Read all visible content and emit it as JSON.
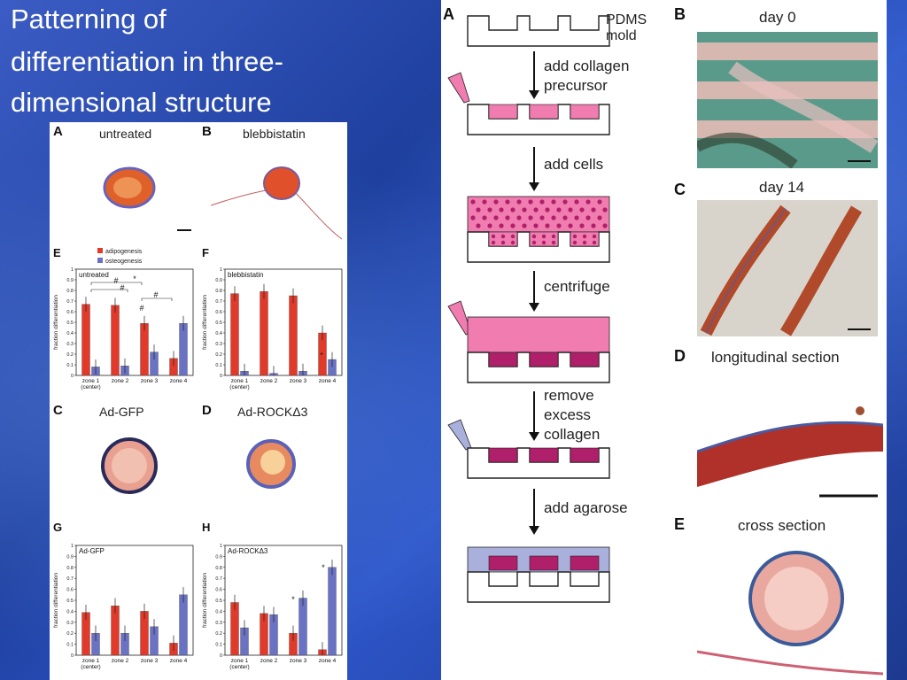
{
  "title_lines": [
    "Patterning of",
    "differentiation in three-",
    "dimensional structure"
  ],
  "left_figure": {
    "panels": [
      {
        "label": "A",
        "caption": "untreated"
      },
      {
        "label": "B",
        "caption": "blebbistatin"
      },
      {
        "label": "C",
        "caption": "Ad-GFP"
      },
      {
        "label": "D",
        "caption": "Ad-ROCKΔ3"
      }
    ],
    "legend": {
      "adipogenesis": "adipogenesis",
      "osteogenesis": "osteogenesis"
    },
    "significance": {
      "star": "*",
      "hash": "#"
    }
  },
  "chart_data": [
    {
      "type": "bar",
      "panel": "E",
      "inset_label": "untreated",
      "categories": [
        "zone 1 (center)",
        "zone 2",
        "zone 3",
        "zone 4"
      ],
      "category_lines": [
        [
          "zone 1",
          "(center)"
        ],
        [
          "zone 2"
        ],
        [
          "zone 3"
        ],
        [
          "zone 4"
        ]
      ],
      "series": [
        {
          "name": "adipogenesis",
          "values": [
            0.67,
            0.66,
            0.49,
            0.16
          ]
        },
        {
          "name": "osteogenesis",
          "values": [
            0.08,
            0.09,
            0.22,
            0.49
          ]
        }
      ],
      "ylabel": "fraction differentiation",
      "ylim": [
        0,
        1
      ],
      "yticks": [
        "0",
        "0.1",
        "0.2",
        "0.3",
        "0.4",
        "0.5",
        "0.6",
        "0.7",
        "0.8",
        "0.9",
        "1"
      ]
    },
    {
      "type": "bar",
      "panel": "F",
      "inset_label": "blebbistatin",
      "categories": [
        "zone 1 (center)",
        "zone 2",
        "zone 3",
        "zone 4"
      ],
      "category_lines": [
        [
          "zone 1",
          "(center)"
        ],
        [
          "zone 2"
        ],
        [
          "zone 3"
        ],
        [
          "zone 4"
        ]
      ],
      "series": [
        {
          "name": "adipogenesis",
          "values": [
            0.77,
            0.79,
            0.75,
            0.4
          ]
        },
        {
          "name": "osteogenesis",
          "values": [
            0.04,
            0.02,
            0.04,
            0.15
          ]
        }
      ],
      "ylabel": "fraction differentiation",
      "ylim": [
        0,
        1
      ],
      "yticks": [
        "0",
        "0.1",
        "0.2",
        "0.3",
        "0.4",
        "0.5",
        "0.6",
        "0.7",
        "0.8",
        "0.9",
        "1"
      ]
    },
    {
      "type": "bar",
      "panel": "G",
      "inset_label": "Ad-GFP",
      "categories": [
        "zone 1 (center)",
        "zone 2",
        "zone 3",
        "zone 4"
      ],
      "category_lines": [
        [
          "zone 1",
          "(center)"
        ],
        [
          "zone 2"
        ],
        [
          "zone 3"
        ],
        [
          "zone 4"
        ]
      ],
      "series": [
        {
          "name": "adipogenesis",
          "values": [
            0.39,
            0.45,
            0.4,
            0.11
          ]
        },
        {
          "name": "osteogenesis",
          "values": [
            0.2,
            0.2,
            0.26,
            0.55
          ]
        }
      ],
      "ylabel": "fraction differentiation",
      "ylim": [
        0,
        1
      ],
      "yticks": [
        "0",
        "0.1",
        "0.2",
        "0.3",
        "0.4",
        "0.5",
        "0.6",
        "0.7",
        "0.8",
        "0.9",
        "1"
      ]
    },
    {
      "type": "bar",
      "panel": "H",
      "inset_label": "Ad-ROCKΔ3",
      "categories": [
        "zone 1 (center)",
        "zone 2",
        "zone 3",
        "zone 4"
      ],
      "category_lines": [
        [
          "zone 1",
          "(center)"
        ],
        [
          "zone 2"
        ],
        [
          "zone 3"
        ],
        [
          "zone 4"
        ]
      ],
      "series": [
        {
          "name": "adipogenesis",
          "values": [
            0.48,
            0.38,
            0.2,
            0.05
          ]
        },
        {
          "name": "osteogenesis",
          "values": [
            0.25,
            0.37,
            0.52,
            0.8
          ]
        }
      ],
      "ylabel": "fraction differentiation",
      "ylim": [
        0,
        1
      ],
      "yticks": [
        "0",
        "0.1",
        "0.2",
        "0.3",
        "0.4",
        "0.5",
        "0.6",
        "0.7",
        "0.8",
        "0.9",
        "1"
      ]
    }
  ],
  "schematic": {
    "label": "A",
    "mold_label": [
      "PDMS",
      "mold"
    ],
    "steps": [
      [
        "add collagen",
        "precursor"
      ],
      [
        "add cells"
      ],
      [
        "centrifuge"
      ],
      [
        "remove",
        "excess",
        "collagen"
      ],
      [
        "add agarose"
      ]
    ]
  },
  "right_figure": {
    "panels": [
      {
        "label": "B",
        "caption": "day 0"
      },
      {
        "label": "C",
        "caption": "day 14"
      },
      {
        "label": "D",
        "caption": "longitudinal section"
      },
      {
        "label": "E",
        "caption": "cross section"
      }
    ]
  },
  "colors": {
    "adipogenesis": "#e23a2a",
    "osteogenesis": "#6a72c4",
    "collagen": "#f07cb0",
    "cells": "#b0206a",
    "agarose": "#aab0dc"
  }
}
